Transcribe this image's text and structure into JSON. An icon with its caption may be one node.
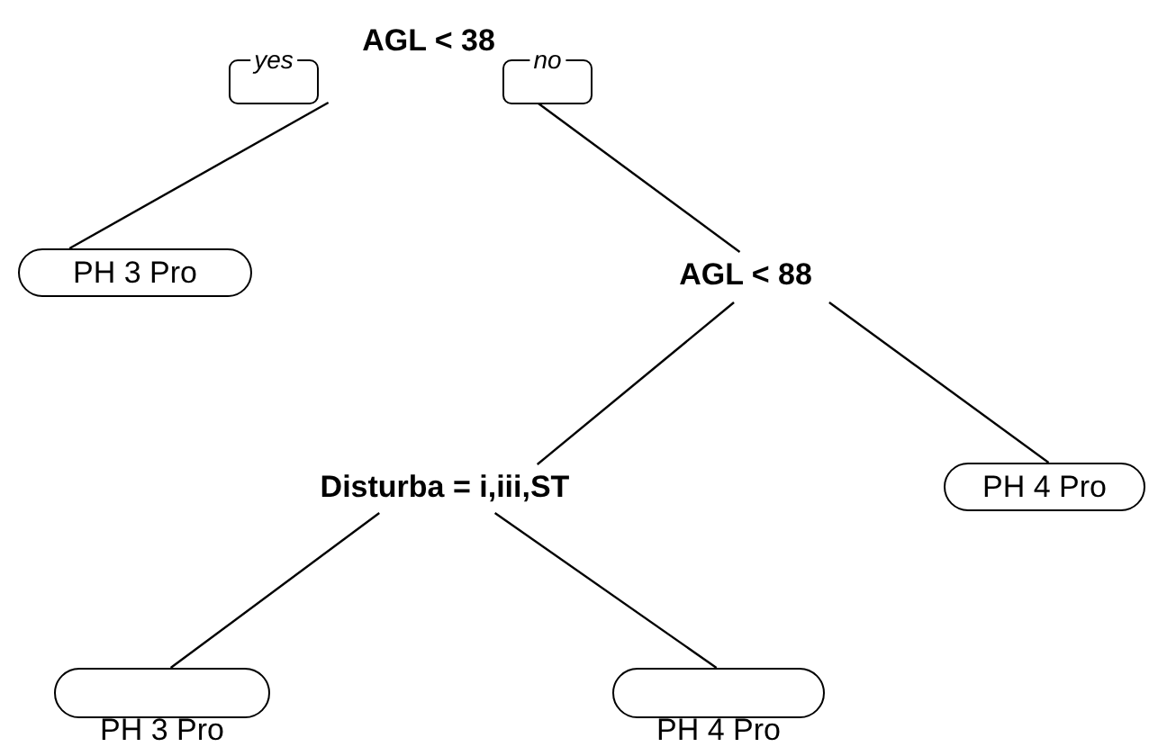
{
  "diagram": {
    "nodes": [
      {
        "text": [
          "AGL < 38"
        ]
      },
      {
        "text": [
          "PH 3 Pro"
        ]
      },
      {
        "text": [
          "AGL < 88"
        ]
      },
      {
        "text": [
          "Disturba = i,iii,ST"
        ]
      },
      {
        "text": [
          "PH 4 Pro"
        ]
      },
      {
        "text": [
          "PH 3 Pro"
        ]
      },
      {
        "text": [
          "PH 4 Pro"
        ]
      }
    ],
    "edges": [
      {
        "from": 0,
        "to": 1,
        "arrow": "none",
        "label": "yes"
      },
      {
        "from": 0,
        "to": 2,
        "arrow": "none",
        "label": "no"
      },
      {
        "from": 2,
        "to": 3,
        "arrow": "none"
      },
      {
        "from": 2,
        "to": 4,
        "arrow": "none"
      },
      {
        "from": 3,
        "to": 5,
        "arrow": "none"
      },
      {
        "from": 3,
        "to": 6,
        "arrow": "none"
      }
    ]
  }
}
